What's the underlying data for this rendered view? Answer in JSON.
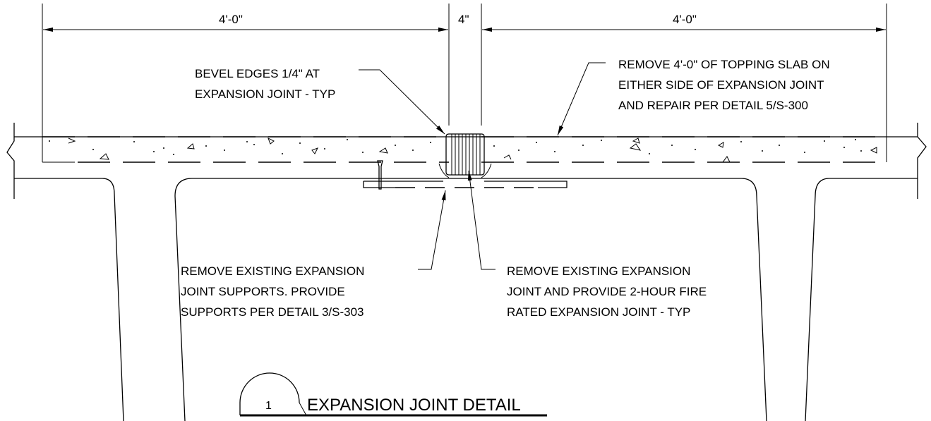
{
  "dimensions": {
    "left": "4'-0\"",
    "center": "4\"",
    "right": "4'-0\""
  },
  "notes": {
    "bevel": [
      "BEVEL EDGES 1/4\" AT",
      "EXPANSION JOINT - TYP"
    ],
    "remove_topping": [
      "REMOVE 4'-0\" OF TOPPING SLAB ON",
      "EITHER SIDE OF EXPANSION JOINT",
      "AND REPAIR PER DETAIL 5/S-300"
    ],
    "remove_supports": [
      "REMOVE EXISTING EXPANSION",
      "JOINT SUPPORTS.  PROVIDE",
      "SUPPORTS PER DETAIL 3/S-303"
    ],
    "remove_joint": [
      "REMOVE EXISTING EXPANSION",
      "JOINT AND PROVIDE 2-HOUR FIRE",
      "RATED EXPANSION JOINT - TYP"
    ]
  },
  "title": {
    "number": "1",
    "text": "EXPANSION JOINT DETAIL"
  }
}
